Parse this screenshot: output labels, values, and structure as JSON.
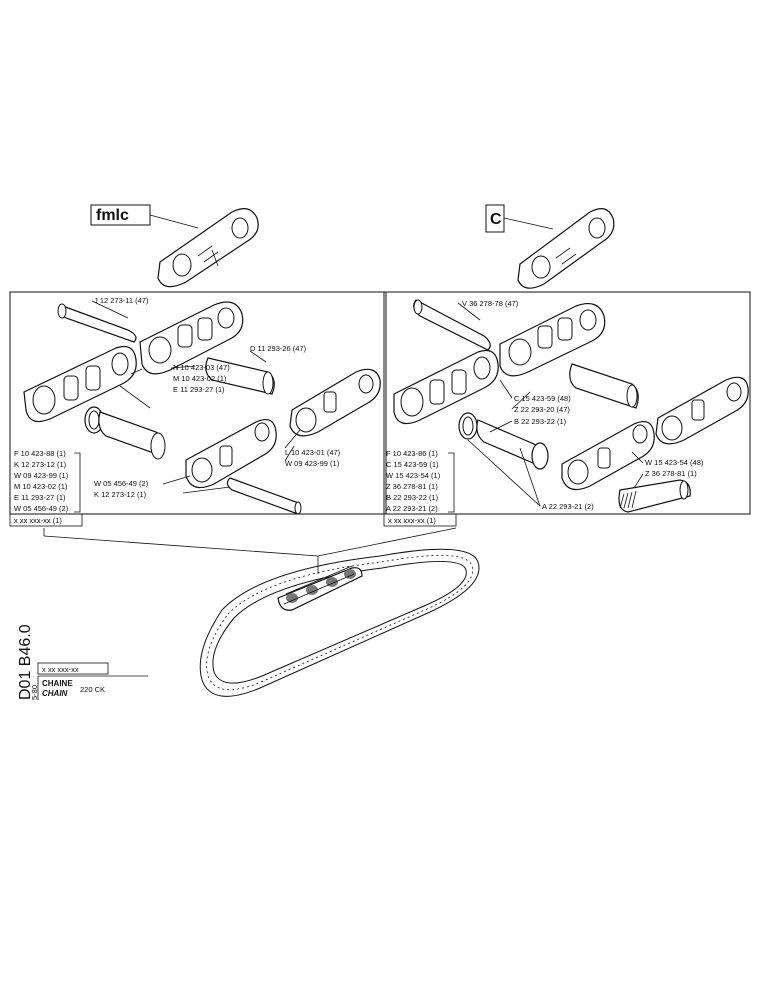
{
  "left_panel": {
    "logo_text": "fmlc",
    "callouts": [
      "J 12  273-11 (47)",
      "D 11  293-26 (47)",
      "N 10  423-03 (47)",
      "M 10  423-02 (1)",
      "E 11  293-27 (1)",
      "L 10  423-01 (47)",
      "W 09  423-99 (1)",
      "W 05 456-49 (2)",
      "K 12  273-12 (1)"
    ],
    "kit_list": [
      "F 10 423-88 (1)",
      "K 12  273-12 (1)",
      "W 09 423-99 (1)",
      "M 10 423-02 (1)",
      "E 11  293-27 (1)",
      "W 05 456-49 (2)"
    ],
    "kit_total": "x xx xxx-xx (1)"
  },
  "right_panel": {
    "logo_text": "C",
    "callouts": [
      "V 36 278-78 (47)",
      "C 15 423-59 (48)",
      "Z 22 293-20 (47)",
      "B 22 293-22 (1)",
      "W 15 423-54 (48)",
      "Z 36 278-81 (1)",
      "A 22 293-21 (2)"
    ],
    "kit_list": [
      "F 10 423-86 (1)",
      "C 15 423-59 (1)",
      "W 15 423-54 (1)",
      "Z 36 278-81 (1)",
      "B 22 293-22 (1)",
      "A 22 293-21 (2)"
    ],
    "kit_total": "x xx xxx-xx (1)"
  },
  "title_block": {
    "doc_code": "D01 B46.0",
    "sub_code": "5-80",
    "part_number": "x xx xxx-xx",
    "name_fr": "CHAINE",
    "name_en": "CHAIN",
    "model": "220 CK"
  }
}
